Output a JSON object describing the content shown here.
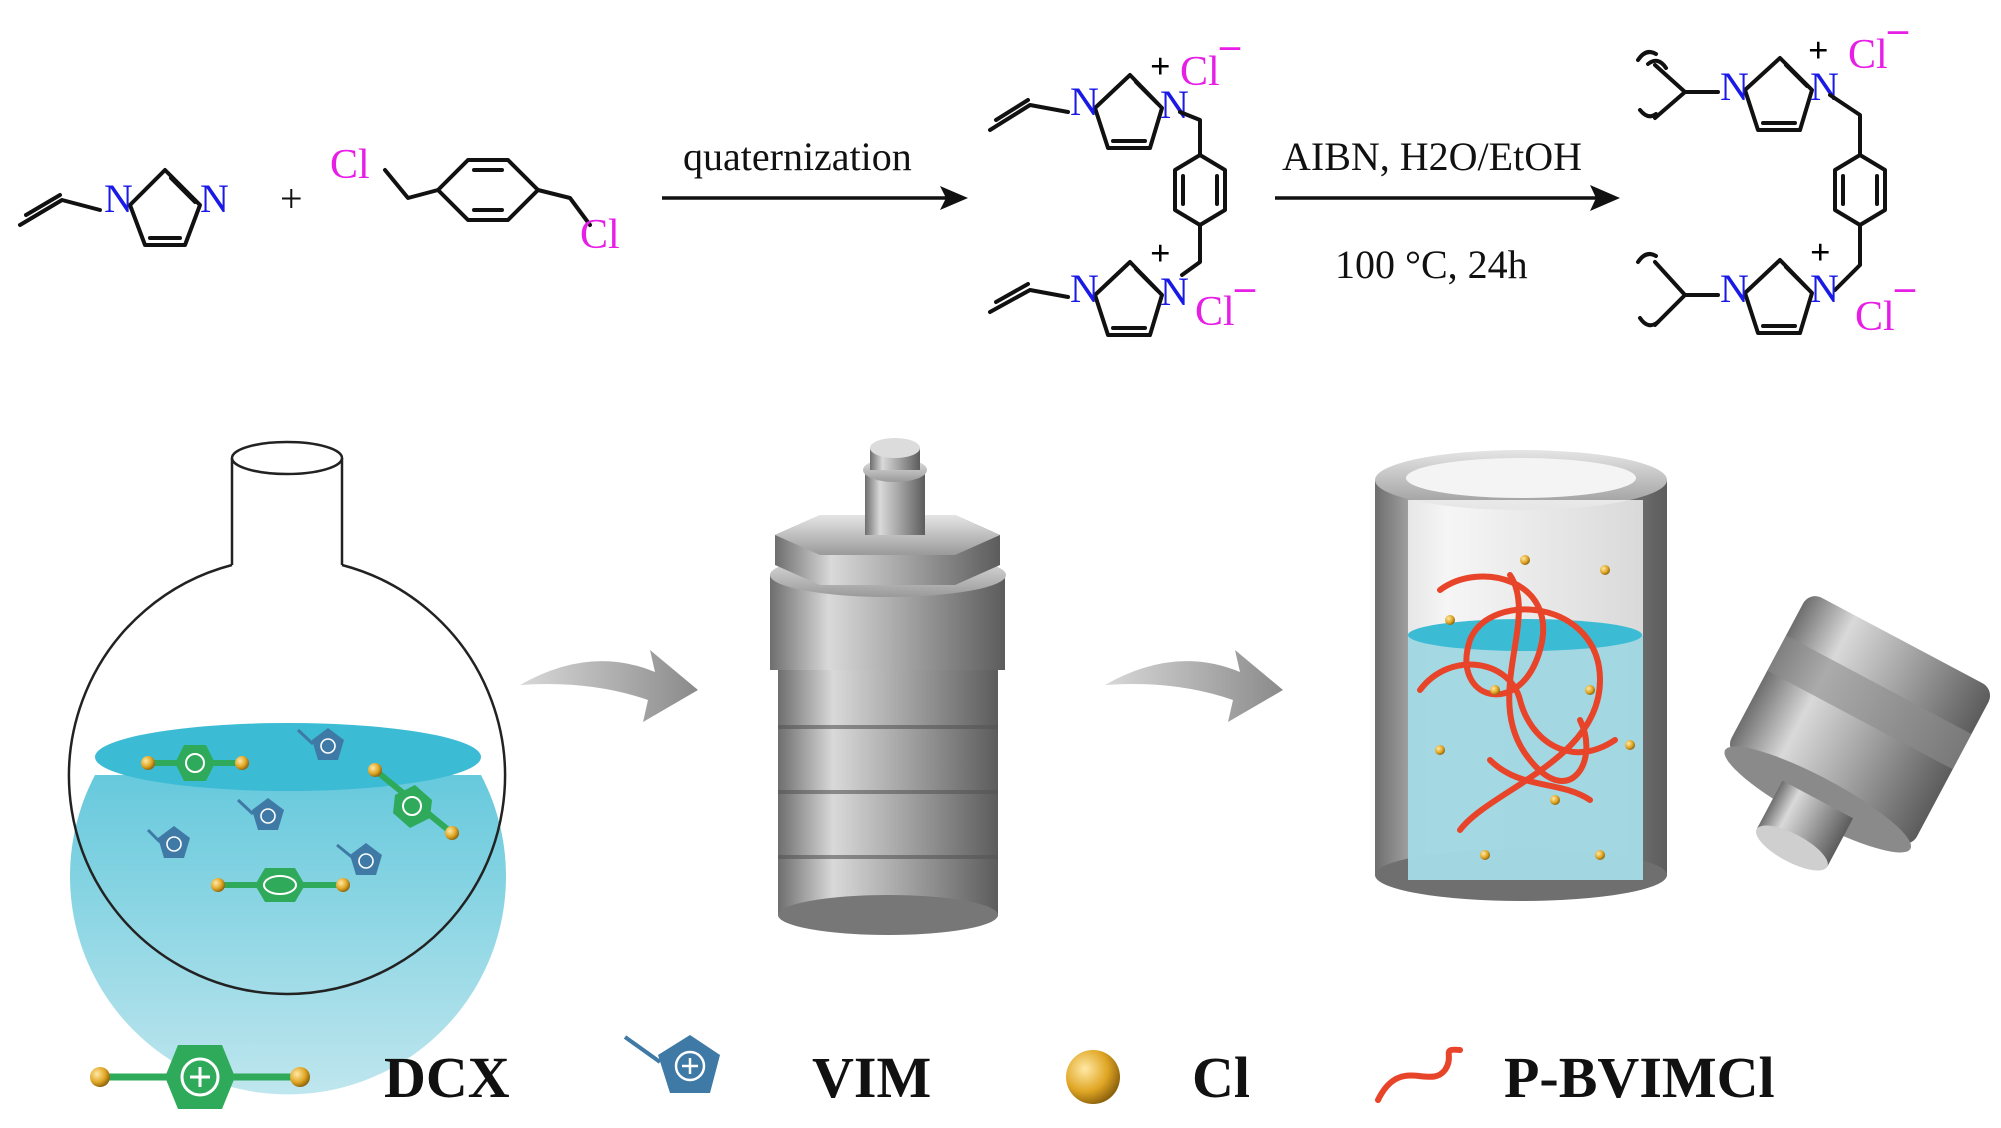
{
  "reaction": {
    "step1_label": "quaternization",
    "step2_label": "AIBN, H2O/EtOH",
    "step2_conditions": "100 °C, 24h",
    "plus": "+",
    "atom_N": "N",
    "atom_Cl": "Cl",
    "charge_plus": "+",
    "charge_minus": "–"
  },
  "legend": {
    "dcx": "DCX",
    "vim": "VIM",
    "cl": "Cl",
    "polymer": "P-BVIMCl"
  },
  "colors": {
    "nitrogen": "#1a1ae6",
    "chlorine": "#e61ee6",
    "liquid": "#3bbcd4",
    "dcx_green": "#2eaa5a",
    "vim_blue": "#3f79a6",
    "cl_gold": "#d6a01e",
    "polymer_red": "#e8442a",
    "autoclave_gray": "#9a9a9a"
  },
  "icons": [
    "round-bottom-flask-icon",
    "curved-arrow-icon",
    "autoclave-icon",
    "open-autoclave-icon",
    "autoclave-lid-icon"
  ]
}
